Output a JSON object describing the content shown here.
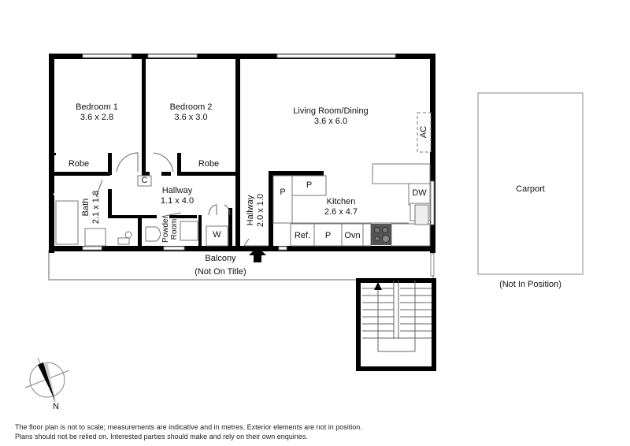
{
  "floor_plan": {
    "rooms": [
      {
        "id": "bedroom1",
        "name": "Bedroom 1",
        "size": "3.6 x 2.8"
      },
      {
        "id": "bedroom2",
        "name": "Bedroom 2",
        "size": "3.6 x 3.0"
      },
      {
        "id": "living",
        "name": "Living Room/Dining",
        "size": "3.6 x 6.0"
      },
      {
        "id": "hallway1",
        "name": "Hallway",
        "size": "1.1 x 4.0"
      },
      {
        "id": "hallway2",
        "name": "Hallway",
        "size": "2.0 x 1.0"
      },
      {
        "id": "bath",
        "name": "Bath",
        "size": "2.1 x 1.8"
      },
      {
        "id": "kitchen",
        "name": "Kitchen",
        "size": "2.6 x 4.7"
      },
      {
        "id": "balcony",
        "name": "Balcony",
        "note": "(Not On Title)"
      },
      {
        "id": "carport",
        "name": "Carport",
        "note": "(Not In Position)"
      }
    ],
    "fixtures": {
      "robe1": "Robe",
      "robe2": "Robe",
      "cupboard": "C",
      "powder_room_line1": "Powder",
      "powder_room_line2": "Room",
      "laundry": "W",
      "ac": "AC",
      "pantry1": "P",
      "pantry2": "P",
      "pantry3": "P",
      "dishwasher": "DW",
      "fridge": "Ref.",
      "oven": "Ovn"
    },
    "compass": {
      "label": "N"
    },
    "entry_arrow": "arrow-up-icon"
  },
  "disclaimer": {
    "line1": "The floor plan is not to scale; measurements are indicative and in metres. Exterior elements are not in position.",
    "line2": "Plans should not be relied on. Interested parties should make and rely on their own enquiries."
  }
}
